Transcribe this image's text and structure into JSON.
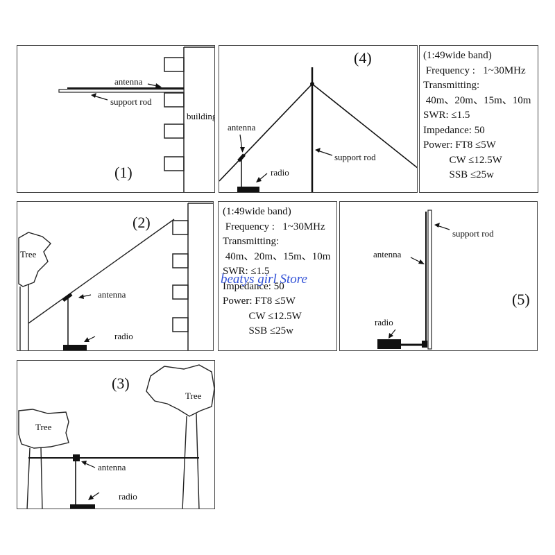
{
  "panels": {
    "p1": {
      "number": "(1)",
      "labels": {
        "antenna": "antenna",
        "support_rod": "support rod",
        "building": "building"
      }
    },
    "p2": {
      "number": "(2)",
      "labels": {
        "tree": "Tree",
        "antenna": "antenna",
        "radio": "radio"
      }
    },
    "p3": {
      "number": "(3)",
      "labels": {
        "tree_left": "Tree",
        "tree_right": "Tree",
        "antenna": "antenna",
        "radio": "radio"
      }
    },
    "p4": {
      "number": "(4)",
      "labels": {
        "antenna": "antenna",
        "support_rod": "support rod",
        "radio": "radio"
      }
    },
    "p5": {
      "number": "(5)",
      "labels": {
        "antenna": "antenna",
        "support_rod": "support rod",
        "radio": "radio"
      }
    }
  },
  "spec_box_1": {
    "lines": [
      "(1:49wide band)",
      " Frequency :   1~30MHz",
      "Transmitting:",
      " 40m、20m、15m、10m",
      "SWR: ≤1.5",
      "Impedance: 50",
      "Power: FT8 ≤5W",
      "          CW ≤12.5W",
      "          SSB ≤25w"
    ]
  },
  "spec_box_2": {
    "lines": [
      "(1:49wide band)",
      " Frequency :   1~30MHz",
      "Transmitting:",
      " 40m、20m、15m、10m",
      "SWR: ≤1.5",
      "Impedance: 50",
      "Power: FT8 ≤5W",
      "          CW ≤12.5W",
      "          SSB ≤25w"
    ]
  },
  "watermark": "beatys girl Store"
}
